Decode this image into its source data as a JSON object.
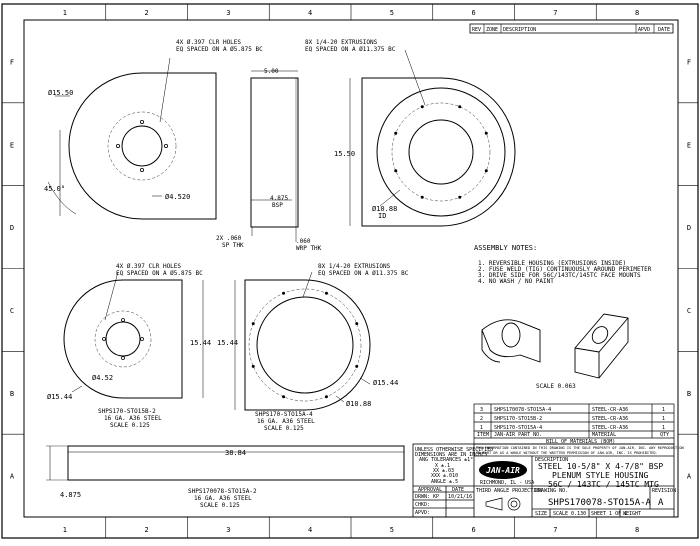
{
  "border": {
    "columns": [
      "1",
      "2",
      "3",
      "4",
      "5",
      "6",
      "7",
      "8"
    ],
    "rows": [
      "F",
      "E",
      "D",
      "C",
      "B",
      "A"
    ]
  },
  "revision_block": {
    "headers": [
      "REV",
      "ZONE",
      "DESCRIPTION",
      "APVD",
      "DATE"
    ]
  },
  "top_views": {
    "hole_note": [
      "4X Ø.397 CLR HOLES",
      "EQ SPACED ON A Ø5.875 BC"
    ],
    "extrusion_note": [
      "8X 1/4-20 EXTRUSIONS",
      "EQ SPACED ON A Ø11.375 BC"
    ],
    "dia_outer": "Ø15.50",
    "angle": "45.0°",
    "dia_center": "Ø4.520",
    "width_top": "5.00",
    "bsp": [
      "4.875",
      "BSP"
    ],
    "sp_thk": [
      "2X .060",
      "SP THK"
    ],
    "wrp_thk": [
      ".060",
      "WRP THK"
    ],
    "height": "15.50",
    "dia_inner": [
      "Ø10.88",
      "ID"
    ]
  },
  "assembly_notes": {
    "title": "ASSEMBLY NOTES:",
    "items": [
      "1.  REVERSIBLE HOUSING (EXTRUSIONS INSIDE)",
      "2.  FUSE WELD (TIG) CONTINUOUSLY AROUND PERIMETER",
      "3.  DRIVE SIDE FOR 56C/143TC/145TC FACE MOUNTS",
      "4.  NO WASH / NO PAINT"
    ],
    "scale": "SCALE  0.063"
  },
  "middle_views": {
    "hole_note": [
      "4X Ø.397 CLR HOLES",
      "EQ SPACED ON A Ø5.875 BC"
    ],
    "extrusion_note": [
      "8X 1/4-20 EXTRUSIONS",
      "EQ SPACED ON A Ø11.375 BC"
    ],
    "height_left": "15.44",
    "height_right": "15.44",
    "dia_center": "Ø4.52",
    "dia_left": "Ø15.44",
    "dia_right": "Ø15.44",
    "dia_inner": "Ø10.88",
    "part2_label": [
      "SHPS170-STO15B-2",
      "16 GA. A36 STEEL",
      "SCALE  0.125"
    ],
    "part4_label": [
      "SHPS170-STO15A-4",
      "16 GA. A36 STEEL",
      "SCALE  0.125"
    ]
  },
  "bottom_view": {
    "length": "38.84",
    "width": "4.875",
    "label": [
      "SHPS170078-STO15A-2",
      "16 GA. A36 STEEL",
      "SCALE  0.125"
    ]
  },
  "bom": {
    "rows": [
      {
        "item": "3",
        "part": "SHPS170078-STO15A-4",
        "material": "STEEL-CR-A36",
        "qty": "1"
      },
      {
        "item": "2",
        "part": "SHPS170-STO15B-2",
        "material": "STEEL-CR-A36",
        "qty": "1"
      },
      {
        "item": "1",
        "part": "SHPS170-STO15A-4",
        "material": "STEEL-CR-A36",
        "qty": "1"
      }
    ],
    "headers": {
      "item": "ITEM",
      "part": "JAN-AIR PART NO.",
      "material": "MATERIAL",
      "qty": "QTY"
    },
    "title": "BILL OF MATERIALS (BOM)"
  },
  "title_block": {
    "tolerance_note": [
      "UNLESS OTHERWISE SPECIFIED",
      "DIMENSIONS ARE IN INCHES",
      "ANG TOLERANCES ±1°",
      "X ±.1",
      "XX ±.03",
      "XXX ±.010",
      "ANGLE ±.5"
    ],
    "prop_note": [
      "THE INFORMATION CONTAINED IN THIS DRAWING IS THE SOLE PROPERTY OF JAN-AIR, INC. ANY REPRODUCTION",
      "IN PART OR AS A WHOLE WITHOUT THE WRITTEN PERMISSION OF JAN-AIR, INC. IS PROHIBITED."
    ],
    "logo": "JAN-AIR",
    "company_city": "RICHMOND, IL - USA",
    "description_label": "DESCRIPTION",
    "description": [
      "STEEL 10-5/8\" X 4-7/8\" BSP",
      "PLENUM STYLE HOUSING",
      "56C / 143TC / 145TC MTG"
    ],
    "approval_label": "APPROVAL",
    "date_label": "DATE",
    "drwn_label": "DRWN:",
    "drwn_value": "KP",
    "drwn_date": "10/21/16",
    "chkd_label": "CHKD:",
    "apvd_label": "APVD:",
    "projection_label": "THIRD ANGLE PROJECTION",
    "drawing_no_label": "DRAWING NO.",
    "revision_label": "REVISION",
    "drawing_no": "SHPS170078-STO15A-A",
    "revision": "A",
    "size_label": "SIZE",
    "scale_label": "SCALE 0.130",
    "sheet_label": "SHEET  1 OF 1",
    "weight_label": "WEIGHT"
  }
}
